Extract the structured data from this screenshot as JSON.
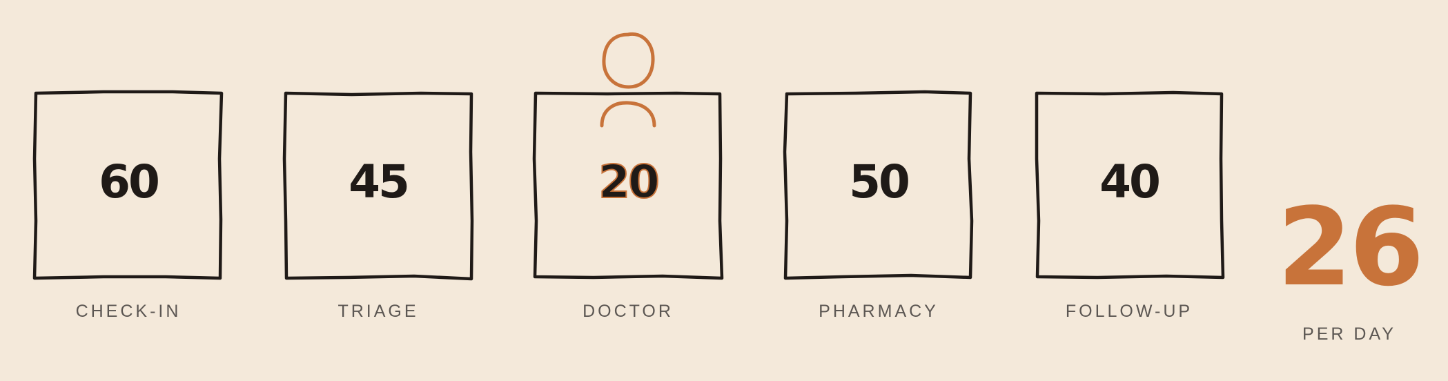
{
  "steps": [
    {
      "label": "CHECK-IN",
      "value": "60"
    },
    {
      "label": "TRIAGE",
      "value": "45"
    },
    {
      "label": "DOCTOR",
      "value": "20"
    },
    {
      "label": "PHARMACY",
      "value": "50"
    },
    {
      "label": "FOLLOW-UP",
      "value": "40"
    }
  ],
  "highlight_step_index": 2,
  "summary": {
    "value": "26",
    "label": "PER DAY"
  },
  "colors": {
    "background": "#f4e9da",
    "ink": "#1f1a17",
    "accent": "#c8733a",
    "label": "#5b5652"
  },
  "icons": {
    "bottleneck": "person-icon"
  }
}
